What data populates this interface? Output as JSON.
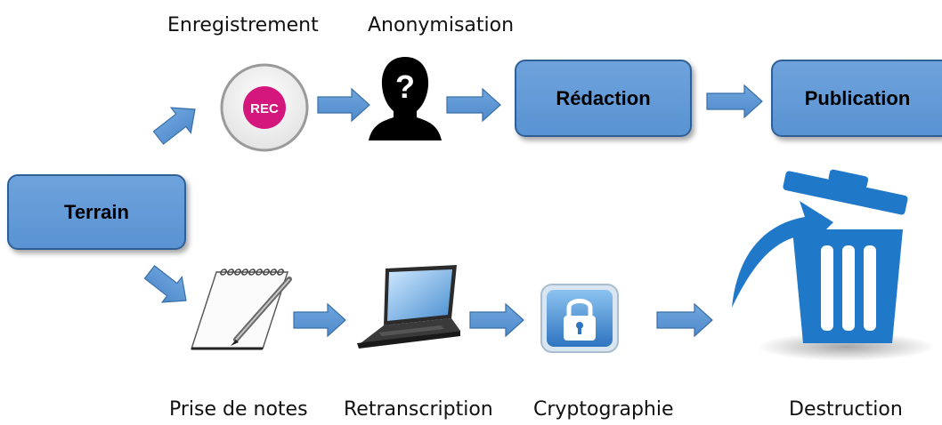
{
  "nodes": {
    "terrain": "Terrain",
    "redaction": "Rédaction",
    "publication": "Publication"
  },
  "captions": {
    "enregistrement": "Enregistrement",
    "anonymisation": "Anonymisation",
    "prise_de_notes": "Prise de notes",
    "retranscription": "Retranscription",
    "cryptographie": "Cryptographie",
    "destruction": "Destruction"
  },
  "icons": {
    "rec_label": "REC",
    "anon_symbol": "?"
  },
  "colors": {
    "box_fill": "#5b9bd5",
    "box_border": "#2f5f95",
    "arrow_fill": "#5b9bd5",
    "rec_pink": "#d4177d",
    "trash_blue": "#1f78c8"
  }
}
